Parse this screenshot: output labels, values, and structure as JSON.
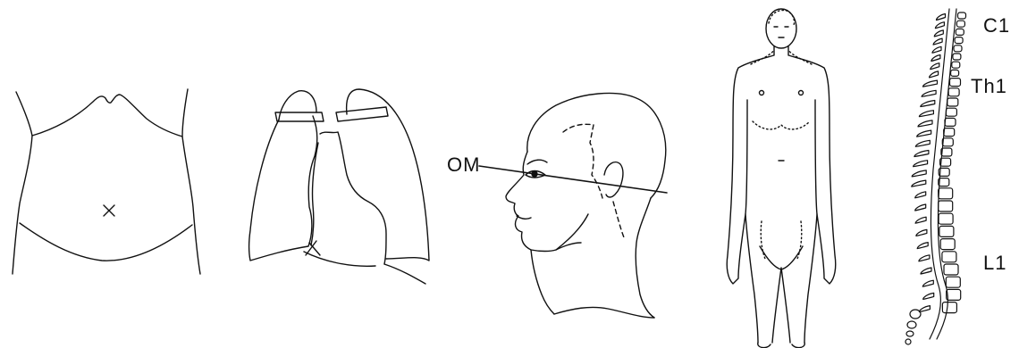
{
  "labels": {
    "om_line": "OM",
    "spine_c1": "C1",
    "spine_th1": "Th1",
    "spine_l1": "L1"
  },
  "colors": {
    "ink": "#111111",
    "background": "#ffffff"
  },
  "figures": [
    "abdomen-figure",
    "lungs-figure",
    "head-profile-figure",
    "full-body-figure",
    "spine-figure"
  ]
}
